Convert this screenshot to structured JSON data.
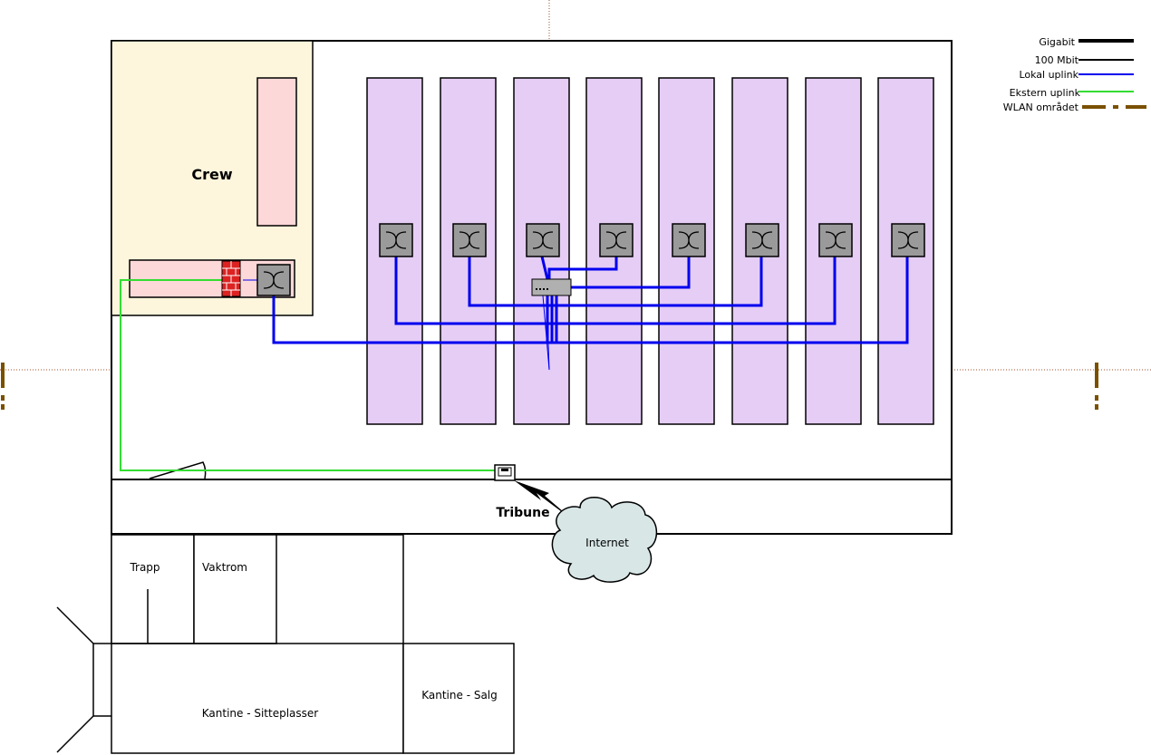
{
  "colors": {
    "crew_area": "#fdf6dc",
    "crew_table": "#fdd8d8",
    "hall_row": "#e5cdf5",
    "switch_fill": "#9a9a9a",
    "firewall": "#dd2222",
    "gigabit": "#000000",
    "mbit100": "#000000",
    "local_uplink": "#0000ee",
    "external_uplink": "#33dd33",
    "wlan_area": "#7a5000",
    "cloud_fill": "#d8e6e6",
    "dotted_guide": "#a0522d"
  },
  "legend": [
    {
      "label": "Gigabit",
      "style": "gigabit"
    },
    {
      "label": "100 Mbit",
      "style": "mbit100"
    },
    {
      "label": "Lokal uplink",
      "style": "local_uplink"
    },
    {
      "label": "Ekstern uplink",
      "style": "external_uplink"
    },
    {
      "label": "WLAN området",
      "style": "wlan_area"
    }
  ],
  "rooms": {
    "crew": "Crew",
    "tribune": "Tribune",
    "trapp": "Trapp",
    "vaktrom": "Vaktrom",
    "kantine_sitteplasser": "Kantine - Sitteplasser",
    "kantine_salg": "Kantine - Salg"
  },
  "cloud": {
    "label": "Internet"
  },
  "icons": {
    "switch": "switch-icon",
    "firewall": "firewall-icon",
    "router": "router-icon",
    "cloud": "cloud-icon",
    "lightning": "lightning-icon"
  }
}
